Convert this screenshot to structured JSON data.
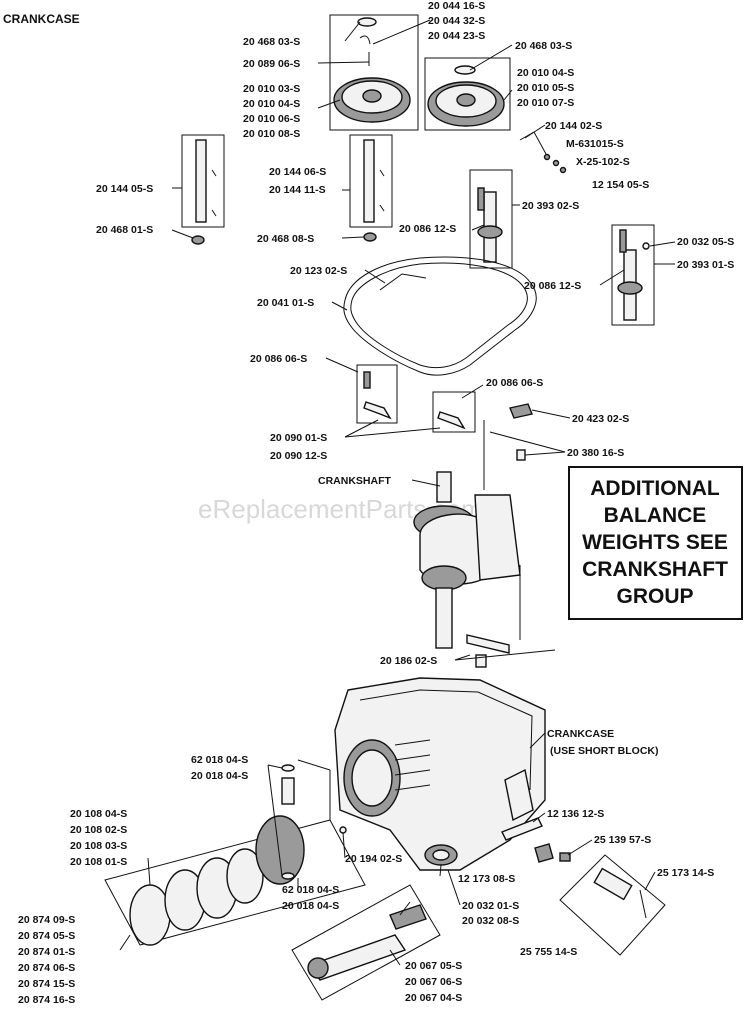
{
  "page_title": "CRANKCASE",
  "watermark": "eReplacementParts.com",
  "note_box": [
    "ADDITIONAL",
    "BALANCE",
    "WEIGHTS SEE",
    "CRANKSHAFT",
    "GROUP"
  ],
  "labels": [
    {
      "id": "l1",
      "text": "20 044 16-S"
    },
    {
      "id": "l2",
      "text": "20 044 32-S"
    },
    {
      "id": "l3",
      "text": "20 044 23-S"
    },
    {
      "id": "l4",
      "text": "20 468 03-S"
    },
    {
      "id": "l5",
      "text": "20 468 03-S"
    },
    {
      "id": "l6",
      "text": "20 089 06-S"
    },
    {
      "id": "l7",
      "text": "20 010 03-S"
    },
    {
      "id": "l8",
      "text": "20 010 04-S"
    },
    {
      "id": "l9",
      "text": "20 010 06-S"
    },
    {
      "id": "l10",
      "text": "20 010 08-S"
    },
    {
      "id": "l11",
      "text": "20 010 04-S"
    },
    {
      "id": "l12",
      "text": "20 010 05-S"
    },
    {
      "id": "l13",
      "text": "20 010 07-S"
    },
    {
      "id": "l14",
      "text": "20 144 02-S"
    },
    {
      "id": "l15",
      "text": "M-631015-S"
    },
    {
      "id": "l16",
      "text": "X-25-102-S"
    },
    {
      "id": "l17",
      "text": "12 154 05-S"
    },
    {
      "id": "l18",
      "text": "20 144 05-S"
    },
    {
      "id": "l19",
      "text": "20 144 06-S"
    },
    {
      "id": "l20",
      "text": "20 144 11-S"
    },
    {
      "id": "l21",
      "text": "20 393 02-S"
    },
    {
      "id": "l22",
      "text": "20 086 12-S"
    },
    {
      "id": "l23",
      "text": "20 468 01-S"
    },
    {
      "id": "l24",
      "text": "20 468 08-S"
    },
    {
      "id": "l25",
      "text": "20 032 05-S"
    },
    {
      "id": "l26",
      "text": "20 393 01-S"
    },
    {
      "id": "l27",
      "text": "20 086 12-S"
    },
    {
      "id": "l28",
      "text": "20 123 02-S"
    },
    {
      "id": "l29",
      "text": "20 041 01-S"
    },
    {
      "id": "l30",
      "text": "20 086 06-S"
    },
    {
      "id": "l31",
      "text": "20 086 06-S"
    },
    {
      "id": "l32",
      "text": "20 423 02-S"
    },
    {
      "id": "l33",
      "text": "20 090 01-S"
    },
    {
      "id": "l34",
      "text": "20 090 12-S"
    },
    {
      "id": "l35",
      "text": "20 380 16-S"
    },
    {
      "id": "l36",
      "text": "CRANKSHAFT"
    },
    {
      "id": "l37",
      "text": "20 186 02-S"
    },
    {
      "id": "l38",
      "text": "CRANKCASE"
    },
    {
      "id": "l39",
      "text": "(USE SHORT BLOCK)"
    },
    {
      "id": "l40",
      "text": "62 018 04-S"
    },
    {
      "id": "l41",
      "text": "20 018 04-S"
    },
    {
      "id": "l42",
      "text": "20 108 04-S"
    },
    {
      "id": "l43",
      "text": "20 108 02-S"
    },
    {
      "id": "l44",
      "text": "20 108 03-S"
    },
    {
      "id": "l45",
      "text": "20 108 01-S"
    },
    {
      "id": "l46",
      "text": "12 136 12-S"
    },
    {
      "id": "l47",
      "text": "25 139 57-S"
    },
    {
      "id": "l48",
      "text": "20 194 02-S"
    },
    {
      "id": "l49",
      "text": "12 173 08-S"
    },
    {
      "id": "l50",
      "text": "25 173 14-S"
    },
    {
      "id": "l51",
      "text": "62 018 04-S"
    },
    {
      "id": "l52",
      "text": "20 018 04-S"
    },
    {
      "id": "l53",
      "text": "20 032 01-S"
    },
    {
      "id": "l54",
      "text": "20 032 08-S"
    },
    {
      "id": "l55",
      "text": "25 755 14-S"
    },
    {
      "id": "l56",
      "text": "20 874 09-S"
    },
    {
      "id": "l57",
      "text": "20 874 05-S"
    },
    {
      "id": "l58",
      "text": "20 874 01-S"
    },
    {
      "id": "l59",
      "text": "20 874 06-S"
    },
    {
      "id": "l60",
      "text": "20 874 15-S"
    },
    {
      "id": "l61",
      "text": "20 874 16-S"
    },
    {
      "id": "l62",
      "text": "20 067 05-S"
    },
    {
      "id": "l63",
      "text": "20 067 06-S"
    },
    {
      "id": "l64",
      "text": "20 067 04-S"
    }
  ]
}
